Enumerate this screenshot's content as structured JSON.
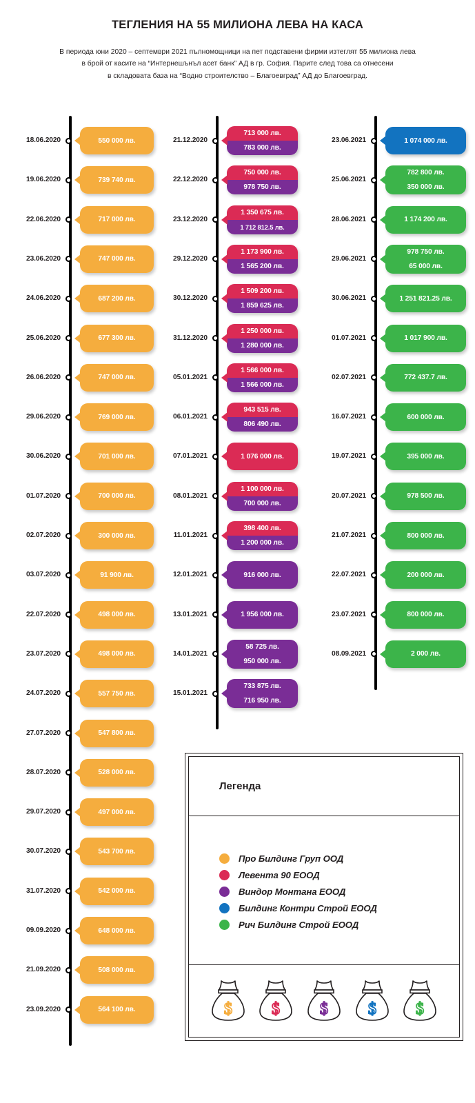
{
  "header": {
    "title": "ТЕГЛЕНИЯ НА 55 МИЛИОНА ЛЕВА НА КАСА",
    "subtitle_line1": "В периода юни 2020 – септември 2021 пълномощници на пет подставени фирми изтеглят 55 милиона лева",
    "subtitle_line2": "в брой от касите на “Интернешънъл асет банк” АД в гр. София. Парите след това са отнесени",
    "subtitle_line3": "в складовата база на “Водно строителство – Благоевград” АД до Благоевград."
  },
  "colors": {
    "orange": "#F5AD3E",
    "crimson": "#DB2B55",
    "purple": "#7A2D96",
    "blue": "#1273C0",
    "green": "#3CB44A",
    "ink": "#231F20"
  },
  "chart_data": {
    "type": "timeline",
    "title": "ТЕГЛЕНИЯ НА 55 МИЛИОНА ЛЕВА НА КАСА",
    "currency_suffix": "лв.",
    "legend_position": "bottom-right",
    "series": [
      {
        "name": "Про Билдинг Груп ООД",
        "color": "#F5AD3E"
      },
      {
        "name": "Левента 90 ЕООД",
        "color": "#DB2B55"
      },
      {
        "name": "Виндор Монтана ЕООД",
        "color": "#7A2D96"
      },
      {
        "name": "Билдинг Контри Строй ЕООД",
        "color": "#1273C0"
      },
      {
        "name": "Рич Билдинг Строй ЕООД",
        "color": "#3CB44A"
      }
    ],
    "columns": [
      {
        "id": "col-1",
        "entries": [
          {
            "date": "18.06.2020",
            "values": [
              {
                "color": "orange",
                "text": "550 000 лв."
              }
            ]
          },
          {
            "date": "19.06.2020",
            "values": [
              {
                "color": "orange",
                "text": "739 740 лв."
              }
            ]
          },
          {
            "date": "22.06.2020",
            "values": [
              {
                "color": "orange",
                "text": "717 000 лв."
              }
            ]
          },
          {
            "date": "23.06.2020",
            "values": [
              {
                "color": "orange",
                "text": "747 000 лв."
              }
            ]
          },
          {
            "date": "24.06.2020",
            "values": [
              {
                "color": "orange",
                "text": "687 200 лв."
              }
            ]
          },
          {
            "date": "25.06.2020",
            "values": [
              {
                "color": "orange",
                "text": "677 300 лв."
              }
            ]
          },
          {
            "date": "26.06.2020",
            "values": [
              {
                "color": "orange",
                "text": "747 000 лв."
              }
            ]
          },
          {
            "date": "29.06.2020",
            "values": [
              {
                "color": "orange",
                "text": "769 000 лв."
              }
            ]
          },
          {
            "date": "30.06.2020",
            "values": [
              {
                "color": "orange",
                "text": "701 000 лв."
              }
            ]
          },
          {
            "date": "01.07.2020",
            "values": [
              {
                "color": "orange",
                "text": "700 000 лв."
              }
            ]
          },
          {
            "date": "02.07.2020",
            "values": [
              {
                "color": "orange",
                "text": "300 000 лв."
              }
            ]
          },
          {
            "date": "03.07.2020",
            "values": [
              {
                "color": "orange",
                "text": "91 900 лв."
              }
            ]
          },
          {
            "date": "22.07.2020",
            "values": [
              {
                "color": "orange",
                "text": "498 000 лв."
              }
            ]
          },
          {
            "date": "23.07.2020",
            "values": [
              {
                "color": "orange",
                "text": "498 000 лв."
              }
            ]
          },
          {
            "date": "24.07.2020",
            "values": [
              {
                "color": "orange",
                "text": "557 750 лв."
              }
            ]
          },
          {
            "date": "27.07.2020",
            "values": [
              {
                "color": "orange",
                "text": "547 800 лв."
              }
            ]
          },
          {
            "date": "28.07.2020",
            "values": [
              {
                "color": "orange",
                "text": "528 000 лв."
              }
            ]
          },
          {
            "date": "29.07.2020",
            "values": [
              {
                "color": "orange",
                "text": "497 000 лв."
              }
            ]
          },
          {
            "date": "30.07.2020",
            "values": [
              {
                "color": "orange",
                "text": "543 700 лв."
              }
            ]
          },
          {
            "date": "31.07.2020",
            "values": [
              {
                "color": "orange",
                "text": "542 000 лв."
              }
            ]
          },
          {
            "date": "09.09.2020",
            "values": [
              {
                "color": "orange",
                "text": "648 000 лв."
              }
            ]
          },
          {
            "date": "21.09.2020",
            "values": [
              {
                "color": "orange",
                "text": "508 000 лв."
              }
            ]
          },
          {
            "date": "23.09.2020",
            "values": [
              {
                "color": "orange",
                "text": "564 100 лв."
              }
            ]
          }
        ]
      },
      {
        "id": "col-2",
        "entries": [
          {
            "date": "21.12.2020",
            "values": [
              {
                "color": "crimson",
                "text": "713 000 лв."
              },
              {
                "color": "purple",
                "text": "783 000 лв."
              }
            ]
          },
          {
            "date": "22.12.2020",
            "values": [
              {
                "color": "crimson",
                "text": "750 000 лв."
              },
              {
                "color": "purple",
                "text": "978 750 лв."
              }
            ]
          },
          {
            "date": "23.12.2020",
            "values": [
              {
                "color": "crimson",
                "text": "1 350 675 лв."
              },
              {
                "color": "purple",
                "text": "1 712 812.5 лв."
              }
            ]
          },
          {
            "date": "29.12.2020",
            "values": [
              {
                "color": "crimson",
                "text": "1 173 900 лв."
              },
              {
                "color": "purple",
                "text": "1 565 200 лв."
              }
            ]
          },
          {
            "date": "30.12.2020",
            "values": [
              {
                "color": "crimson",
                "text": "1 509 200 лв."
              },
              {
                "color": "purple",
                "text": "1 859 625 лв."
              }
            ]
          },
          {
            "date": "31.12.2020",
            "values": [
              {
                "color": "crimson",
                "text": "1 250 000 лв."
              },
              {
                "color": "purple",
                "text": "1 280 000 лв."
              }
            ]
          },
          {
            "date": "05.01.2021",
            "values": [
              {
                "color": "crimson",
                "text": "1 566 000 лв."
              },
              {
                "color": "purple",
                "text": "1 566 000 лв."
              }
            ]
          },
          {
            "date": "06.01.2021",
            "values": [
              {
                "color": "crimson",
                "text": "943 515 лв."
              },
              {
                "color": "purple",
                "text": "806 490 лв."
              }
            ]
          },
          {
            "date": "07.01.2021",
            "values": [
              {
                "color": "crimson",
                "text": "1 076 000 лв."
              }
            ]
          },
          {
            "date": "08.01.2021",
            "values": [
              {
                "color": "crimson",
                "text": "1 100 000 лв."
              },
              {
                "color": "purple",
                "text": "700 000 лв."
              }
            ]
          },
          {
            "date": "11.01.2021",
            "values": [
              {
                "color": "crimson",
                "text": "398 400 лв."
              },
              {
                "color": "purple",
                "text": "1 200 000 лв."
              }
            ]
          },
          {
            "date": "12.01.2021",
            "values": [
              {
                "color": "purple",
                "text": "916 000 лв."
              }
            ]
          },
          {
            "date": "13.01.2021",
            "values": [
              {
                "color": "purple",
                "text": "1 956 000 лв."
              }
            ]
          },
          {
            "date": "14.01.2021",
            "values": [
              {
                "color": "purple",
                "text": "58 725 лв."
              },
              {
                "color": "purple",
                "text": "950 000 лв."
              }
            ]
          },
          {
            "date": "15.01.2021",
            "values": [
              {
                "color": "purple",
                "text": "733 875 лв."
              },
              {
                "color": "purple",
                "text": "716 950 лв."
              }
            ]
          }
        ]
      },
      {
        "id": "col-3",
        "entries": [
          {
            "date": "23.06.2021",
            "values": [
              {
                "color": "blue",
                "text": "1 074 000 лв."
              }
            ]
          },
          {
            "date": "25.06.2021",
            "values": [
              {
                "color": "green",
                "text": "782 800 лв."
              },
              {
                "color": "green",
                "text": "350 000 лв."
              }
            ]
          },
          {
            "date": "28.06.2021",
            "values": [
              {
                "color": "green",
                "text": "1 174 200 лв."
              }
            ]
          },
          {
            "date": "29.06.2021",
            "values": [
              {
                "color": "green",
                "text": "978 750 лв."
              },
              {
                "color": "green",
                "text": "65 000 лв."
              }
            ]
          },
          {
            "date": "30.06.2021",
            "values": [
              {
                "color": "green",
                "text": "1 251 821.25 лв."
              }
            ]
          },
          {
            "date": "01.07.2021",
            "values": [
              {
                "color": "green",
                "text": "1 017 900 лв."
              }
            ]
          },
          {
            "date": "02.07.2021",
            "values": [
              {
                "color": "green",
                "text": "772 437.7 лв."
              }
            ]
          },
          {
            "date": "16.07.2021",
            "values": [
              {
                "color": "green",
                "text": "600 000 лв."
              }
            ]
          },
          {
            "date": "19.07.2021",
            "values": [
              {
                "color": "green",
                "text": "395 000 лв."
              }
            ]
          },
          {
            "date": "20.07.2021",
            "values": [
              {
                "color": "green",
                "text": "978 500 лв."
              }
            ]
          },
          {
            "date": "21.07.2021",
            "values": [
              {
                "color": "green",
                "text": "800 000 лв."
              }
            ]
          },
          {
            "date": "22.07.2021",
            "values": [
              {
                "color": "green",
                "text": "200 000 лв."
              }
            ]
          },
          {
            "date": "23.07.2021",
            "values": [
              {
                "color": "green",
                "text": "800 000 лв."
              }
            ]
          },
          {
            "date": "08.09.2021",
            "values": [
              {
                "color": "green",
                "text": "2 000 лв."
              }
            ]
          }
        ]
      }
    ]
  },
  "legend": {
    "title": "Легенда",
    "items": [
      {
        "label": "Про Билдинг Груп ООД",
        "color": "orange"
      },
      {
        "label": "Левента 90 ЕООД",
        "color": "crimson"
      },
      {
        "label": "Виндор Монтана ЕООД",
        "color": "purple"
      },
      {
        "label": "Билдинг Контри Строй ЕООД",
        "color": "blue"
      },
      {
        "label": "Рич Билдинг Строй ЕООД",
        "color": "green"
      }
    ],
    "bags": [
      "orange",
      "crimson",
      "purple",
      "blue",
      "green"
    ]
  }
}
